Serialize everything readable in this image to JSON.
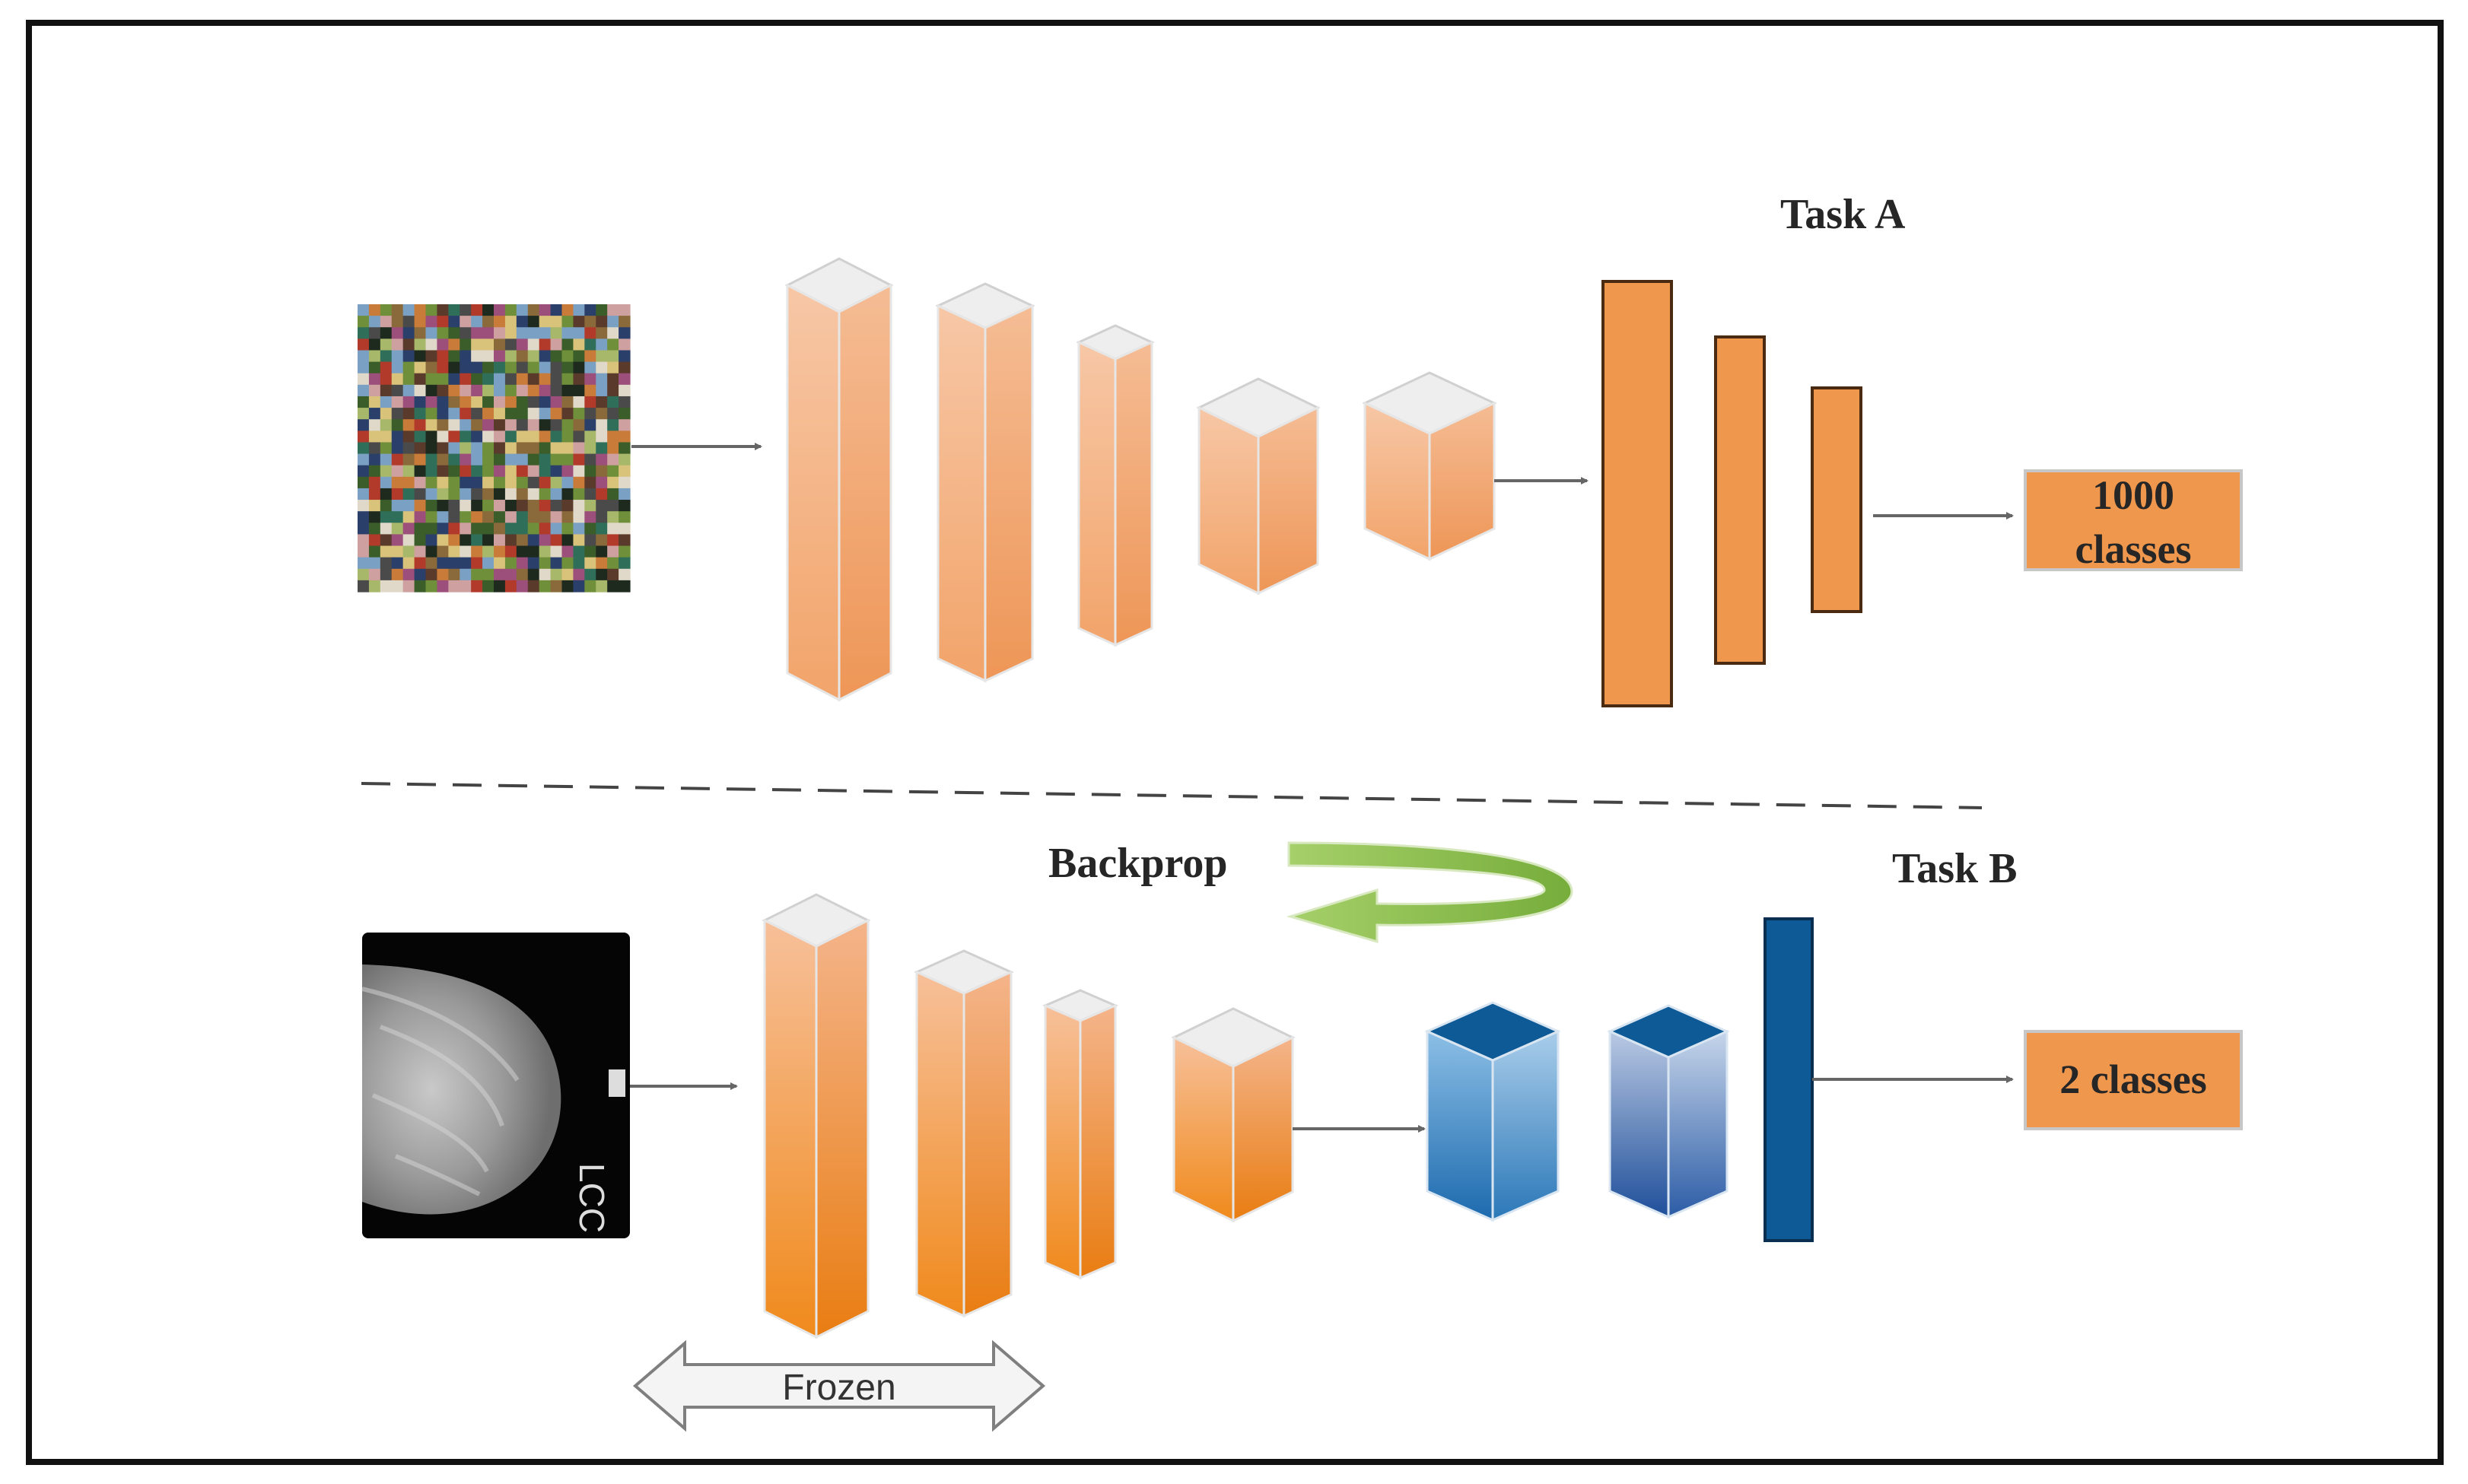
{
  "task_a": {
    "title": "Task A",
    "output_line1": "1000",
    "output_line2": "classes"
  },
  "task_b": {
    "title": "Task B",
    "output_label": "2 classes"
  },
  "backprop_label": "Backprop",
  "frozen_label": "Frozen",
  "mammogram_marker": "LCC",
  "colors": {
    "frame": "#111111",
    "orange_fill": "#f0974e",
    "orange_stroke": "#6b3a12",
    "pale_orange": "#f7c4a1",
    "deep_orange": "#ef8a20",
    "box_top": "#eeeeee",
    "blue_dark": "#0e5a96",
    "blue_light": "#7fb5df",
    "backprop_green": "#8cc04e",
    "arrow_gray": "#666666",
    "frozen_arrow_fill": "#f4f4f4",
    "frozen_arrow_stroke": "#7f7f7f"
  }
}
